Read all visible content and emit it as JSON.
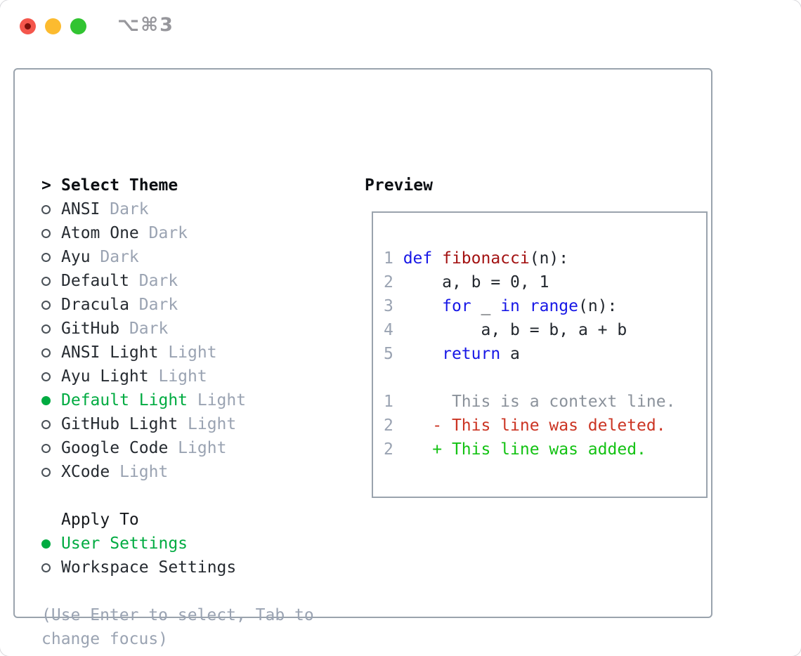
{
  "window": {
    "shortcut": "⌥⌘3"
  },
  "colors": {
    "panel_border": "#9aa3ad",
    "selected_green": "#00ab41",
    "keyword_blue": "#1717e6",
    "function_red": "#a31212",
    "deleted_red": "#cb3423",
    "added_green": "#13c213",
    "muted_gray": "#9aa3b2",
    "traffic_red": "#f4564c",
    "traffic_yellow": "#fcbb2f",
    "traffic_green": "#31c431"
  },
  "theme_picker": {
    "prompt": ">",
    "title": "Select Theme",
    "items": [
      {
        "name": "ANSI",
        "variant": "Dark",
        "selected": false
      },
      {
        "name": "Atom One",
        "variant": "Dark",
        "selected": false
      },
      {
        "name": "Ayu",
        "variant": "Dark",
        "selected": false
      },
      {
        "name": "Default",
        "variant": "Dark",
        "selected": false
      },
      {
        "name": "Dracula",
        "variant": "Dark",
        "selected": false
      },
      {
        "name": "GitHub",
        "variant": "Dark",
        "selected": false
      },
      {
        "name": "ANSI Light",
        "variant": "Light",
        "selected": false
      },
      {
        "name": "Ayu Light",
        "variant": "Light",
        "selected": false
      },
      {
        "name": "Default Light",
        "variant": "Light",
        "selected": true
      },
      {
        "name": "GitHub Light",
        "variant": "Light",
        "selected": false
      },
      {
        "name": "Google Code",
        "variant": "Light",
        "selected": false
      },
      {
        "name": "XCode",
        "variant": "Light",
        "selected": false
      }
    ]
  },
  "apply_to": {
    "title": "Apply To",
    "options": [
      {
        "label": "User Settings",
        "selected": true
      },
      {
        "label": "Workspace Settings",
        "selected": false
      }
    ]
  },
  "help_text": {
    "line1": "(Use Enter to select, Tab to",
    "line2": "change focus)"
  },
  "preview": {
    "title": "Preview",
    "lines": [
      {
        "num": "1",
        "segments": [
          {
            "text": "def ",
            "style": "keyword"
          },
          {
            "text": "fibonacci",
            "style": "function"
          },
          {
            "text": "(n):",
            "style": "plain"
          }
        ]
      },
      {
        "num": "2",
        "segments": [
          {
            "text": "    a, b = 0, 1",
            "style": "plain"
          }
        ]
      },
      {
        "num": "3",
        "segments": [
          {
            "text": "    ",
            "style": "plain"
          },
          {
            "text": "for",
            "style": "keyword"
          },
          {
            "text": " _ ",
            "style": "plain"
          },
          {
            "text": "in",
            "style": "keyword"
          },
          {
            "text": " ",
            "style": "plain"
          },
          {
            "text": "range",
            "style": "keyword"
          },
          {
            "text": "(n):",
            "style": "plain"
          }
        ]
      },
      {
        "num": "4",
        "segments": [
          {
            "text": "        a, b = b, a + b",
            "style": "plain"
          }
        ]
      },
      {
        "num": "5",
        "segments": [
          {
            "text": "    ",
            "style": "plain"
          },
          {
            "text": "return",
            "style": "keyword"
          },
          {
            "text": " a",
            "style": "plain"
          }
        ]
      },
      {
        "num": "",
        "segments": []
      },
      {
        "num": "1",
        "segments": [
          {
            "text": "     This is a context line.",
            "style": "context"
          }
        ]
      },
      {
        "num": "2",
        "segments": [
          {
            "text": "   - This line was deleted.",
            "style": "deleted"
          }
        ]
      },
      {
        "num": "2",
        "segments": [
          {
            "text": "   + This line was added.",
            "style": "added"
          }
        ]
      }
    ]
  }
}
